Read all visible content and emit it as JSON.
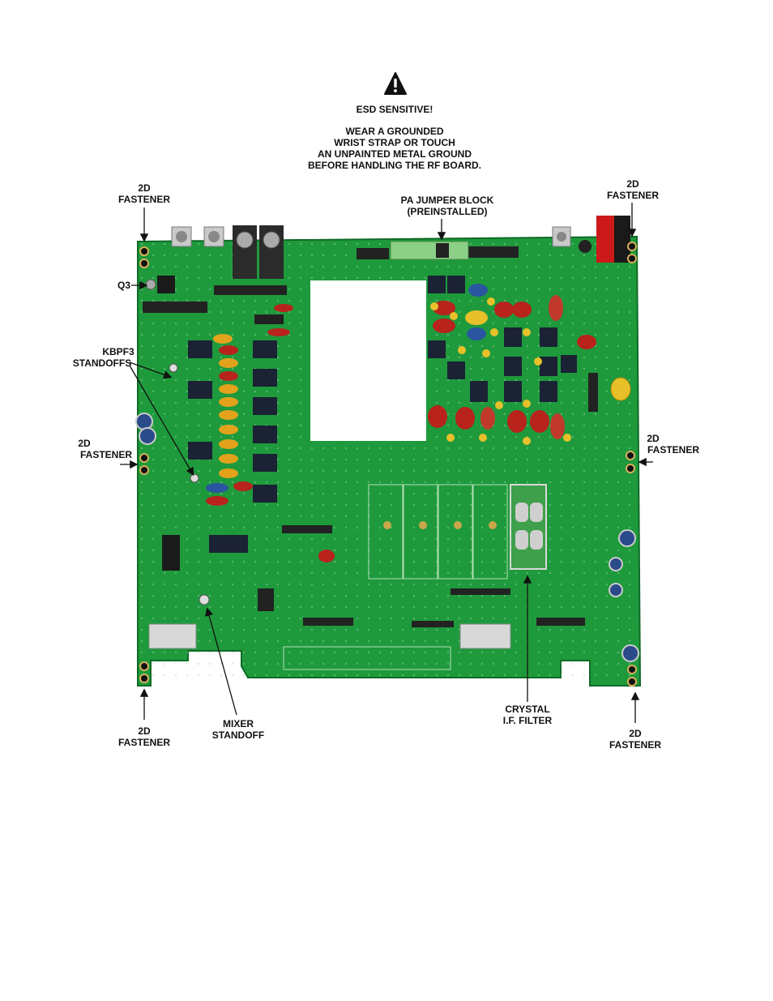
{
  "warning": {
    "icon": "warning-triangle-icon",
    "title": "ESD SENSITIVE!",
    "lines": [
      "WEAR A GROUNDED",
      "WRIST STRAP  OR TOUCH",
      "AN UNPAINTED METAL GROUND",
      "BEFORE HANDLING THE RF BOARD."
    ]
  },
  "labels": {
    "fastener_tl": [
      "2D",
      "FASTENER"
    ],
    "fastener_tr": [
      "2D",
      "FASTENER"
    ],
    "fastener_ml": [
      "2D",
      "FASTENER"
    ],
    "fastener_mr": [
      "2D",
      "FASTENER"
    ],
    "fastener_bl": [
      "2D",
      "FASTENER"
    ],
    "fastener_br": [
      "2D",
      "FASTENER"
    ],
    "pa_jumper": [
      "PA JUMPER BLOCK",
      "(PREINSTALLED)"
    ],
    "q3": "Q3",
    "kbpf3": [
      "KBPF3",
      "STANDOFFS"
    ],
    "mixer": [
      "MIXER",
      "STANDOFF"
    ],
    "crystal": [
      "CRYSTAL",
      "I.F. FILTER"
    ]
  },
  "colors": {
    "board": "#1e9a3c",
    "board_dark": "#147a2c",
    "toroid_red": "#b8231b",
    "toroid_yellow": "#e8c02a",
    "relay": "#1a2233",
    "header": "#222222"
  }
}
